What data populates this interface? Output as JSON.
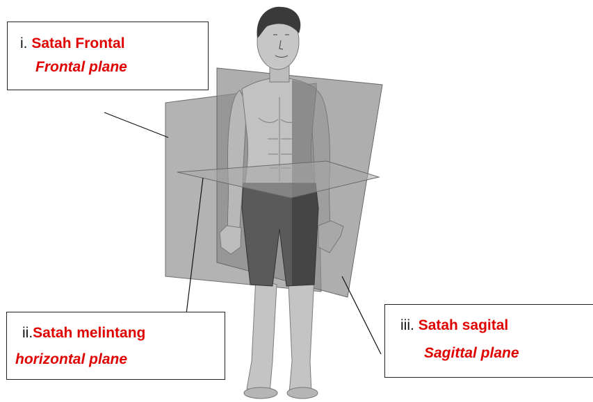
{
  "labels": {
    "frontal": {
      "number": "i.",
      "malay": "Satah Frontal",
      "english": "Frontal plane"
    },
    "horizontal": {
      "number": "ii.",
      "malay": "Satah melintang",
      "english": "horizontal plane"
    },
    "sagittal": {
      "number": "iii.",
      "malay": "Satah sagital",
      "english": "Sagittal plane"
    }
  },
  "colors": {
    "label_text": "#e00000",
    "plane_fill": "#8a8a8a",
    "skin": "#bdbdbd",
    "shorts": "#555555",
    "hair": "#3a3a3a"
  }
}
